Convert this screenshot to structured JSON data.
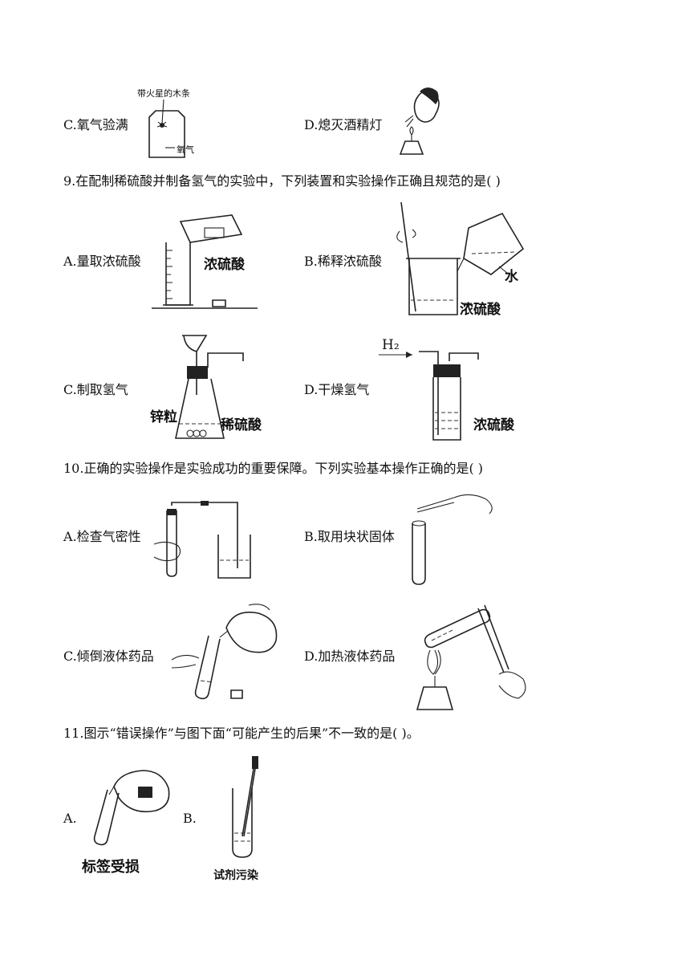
{
  "q8": {
    "option_c": "C.氧气验满",
    "option_d": "D.熄灭酒精灯",
    "fig_c_top_label": "带火星的木条",
    "fig_c_side_label": "氧气"
  },
  "q9": {
    "stem": "9.在配制稀硫酸并制备氢气的实验中，下列装置和实验操作正确且规范的是(    )",
    "option_a": "A.量取浓硫酸",
    "option_b": "B.稀释浓硫酸",
    "option_c": "C.制取氢气",
    "option_d": "D.干燥氢气",
    "fig_a_label": "浓硫酸",
    "fig_b_water": "水",
    "fig_b_acid": "浓硫酸",
    "fig_c_zinc": "锌粒",
    "fig_c_acid": "稀硫酸",
    "fig_d_gas": "H₂",
    "fig_d_acid": "浓硫酸"
  },
  "q10": {
    "stem": "10.正确的实验操作是实验成功的重要保障。下列实验基本操作正确的是(    )",
    "option_a": "A.检查气密性",
    "option_b": "B.取用块状固体",
    "option_c": "C.倾倒液体药品",
    "option_d": "D.加热液体药品"
  },
  "q11": {
    "stem": "11.图示“错误操作”与图下面“可能产生的后果”不一致的是(    )。",
    "option_a": "A.",
    "option_b": "B.",
    "fig_a_caption": "标签受损",
    "fig_b_caption": "试剂污染"
  }
}
